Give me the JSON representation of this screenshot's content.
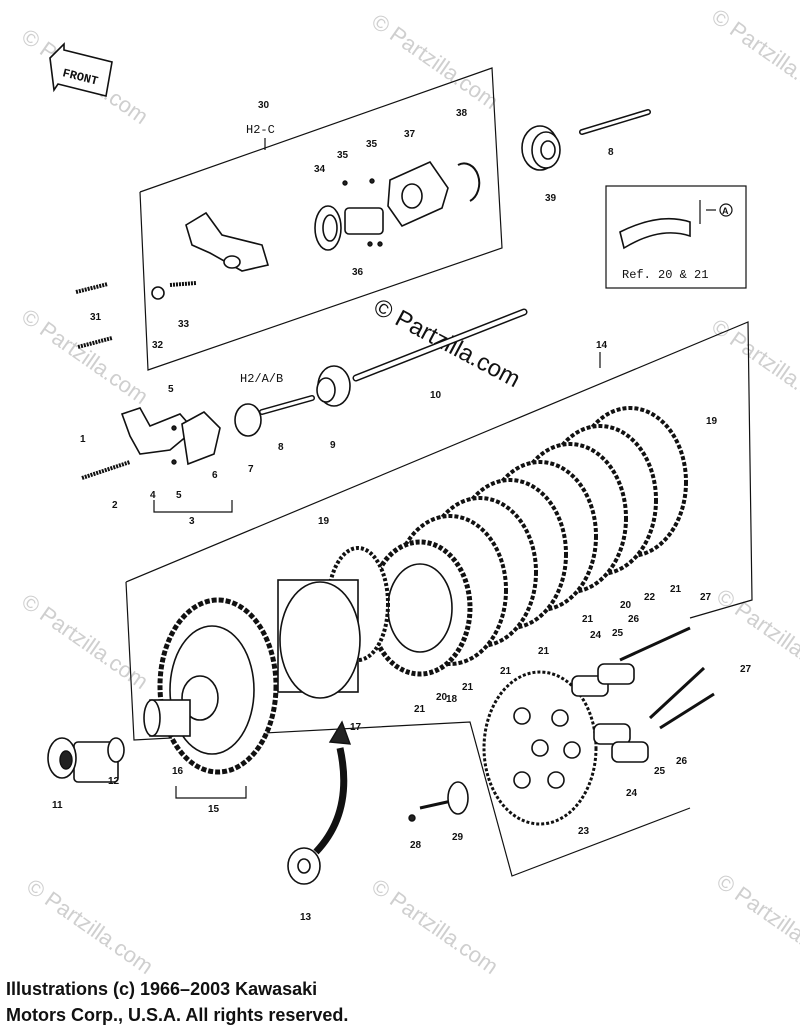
{
  "front_label": "FRONT",
  "watermark": "© Partzilla.com",
  "box_30": {
    "number": "30",
    "variant": "H2-C"
  },
  "variant_h2ab": "H2/A/B",
  "ref_box": {
    "text": "Ref.  20 & 21",
    "marker": "A"
  },
  "part_numbers": [
    "1",
    "2",
    "3",
    "4",
    "5",
    "5",
    "6",
    "7",
    "8",
    "8",
    "9",
    "10",
    "11",
    "12",
    "13",
    "14",
    "15",
    "16",
    "17",
    "18",
    "19",
    "19",
    "20",
    "20",
    "21",
    "21",
    "21",
    "21",
    "21",
    "21",
    "22",
    "23",
    "24",
    "24",
    "25",
    "25",
    "26",
    "26",
    "27",
    "27",
    "28",
    "29",
    "31",
    "32",
    "33",
    "34",
    "35",
    "35",
    "36",
    "37",
    "38",
    "39"
  ],
  "copyright": {
    "line1": "Illustrations (c) 1966–2003 Kawasaki",
    "line2": "Motors Corp., U.S.A.  All rights reserved."
  }
}
